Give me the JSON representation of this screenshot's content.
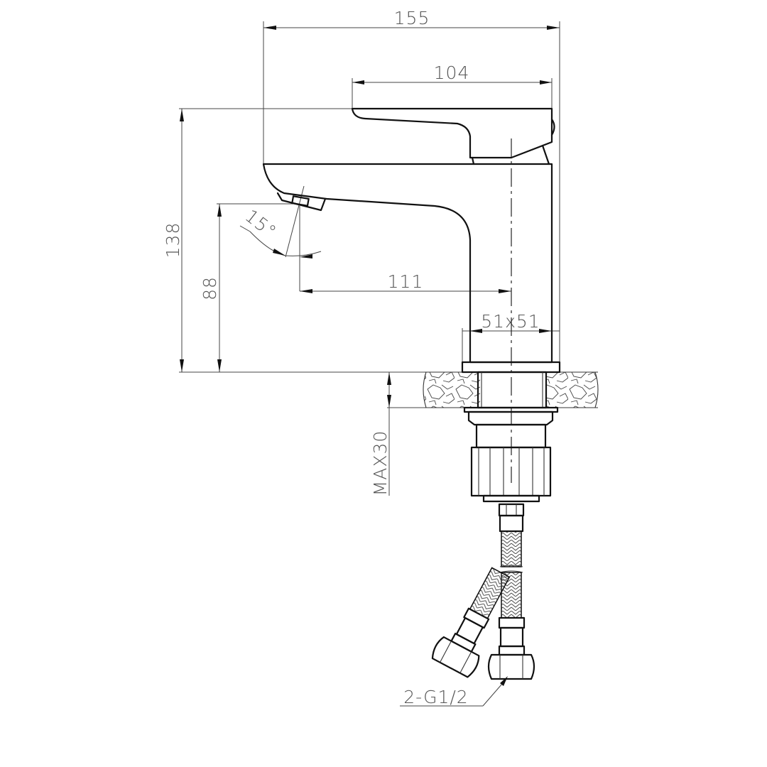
{
  "drawing": {
    "title": "Basin mixer tap dimension drawing",
    "units": "mm",
    "stroke_color": "#111111",
    "dimension_text_color": "#555555",
    "background": "#ffffff"
  },
  "dimensions": {
    "overall_length": "155",
    "handle_length": "104",
    "overall_height": "138",
    "spout_outlet_height": "88",
    "spout_reach": "111",
    "body_section": "51x51",
    "aerator_angle": "15°",
    "max_deck_thickness": "MAX30",
    "connection_hoses": "2-G1/2"
  }
}
